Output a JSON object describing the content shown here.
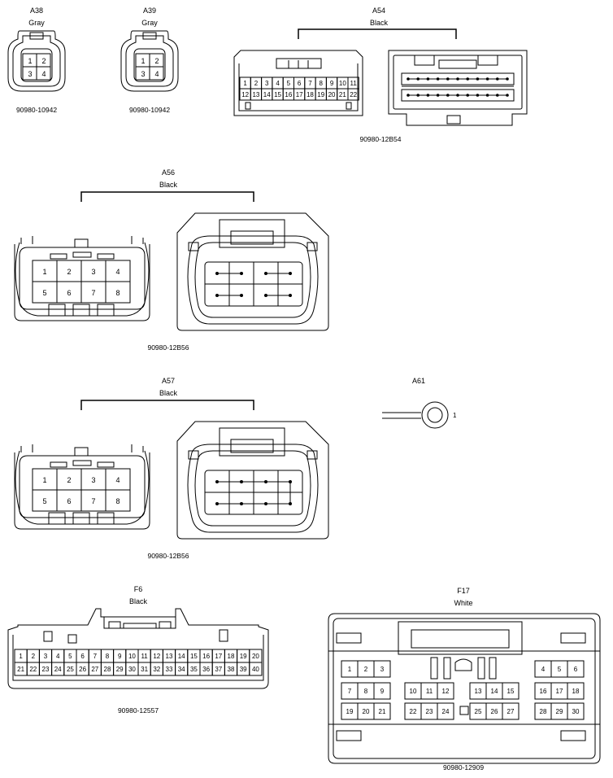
{
  "connectors": [
    {
      "id": "A38",
      "color": "Gray",
      "part": "90980-10942",
      "pins": [
        "1",
        "2",
        "3",
        "4"
      ]
    },
    {
      "id": "A39",
      "color": "Gray",
      "part": "90980-10942",
      "pins": [
        "1",
        "2",
        "3",
        "4"
      ]
    },
    {
      "id": "A54",
      "color": "Black",
      "part": "90980-12B54",
      "rows": [
        [
          "1",
          "2",
          "3",
          "4",
          "5",
          "6",
          "7",
          "8",
          "9",
          "10",
          "11"
        ],
        [
          "12",
          "13",
          "14",
          "15",
          "16",
          "17",
          "18",
          "19",
          "20",
          "21",
          "22"
        ]
      ]
    },
    {
      "id": "A56",
      "color": "Black",
      "part": "90980-12B56",
      "rows": [
        [
          "1",
          "2",
          "3",
          "4"
        ],
        [
          "5",
          "6",
          "7",
          "8"
        ]
      ]
    },
    {
      "id": "A57",
      "color": "Black",
      "part": "90980-12B56",
      "rows": [
        [
          "1",
          "2",
          "3",
          "4"
        ],
        [
          "5",
          "6",
          "7",
          "8"
        ]
      ]
    },
    {
      "id": "A61",
      "pins": [
        "1"
      ]
    },
    {
      "id": "F6",
      "color": "Black",
      "part": "90980-12557",
      "rows": [
        [
          "1",
          "2",
          "3",
          "4",
          "5",
          "6",
          "7",
          "8",
          "9",
          "10",
          "11",
          "12",
          "13",
          "14",
          "15",
          "16",
          "17",
          "18",
          "19",
          "20"
        ],
        [
          "21",
          "22",
          "23",
          "24",
          "25",
          "26",
          "27",
          "28",
          "29",
          "30",
          "31",
          "32",
          "33",
          "34",
          "35",
          "36",
          "37",
          "38",
          "39",
          "40"
        ]
      ]
    },
    {
      "id": "F17",
      "color": "White",
      "part": "90980-12909",
      "rows": [
        [
          [
            "1",
            "2",
            "3"
          ],
          [],
          [
            "4",
            "5",
            "6"
          ]
        ],
        [
          [
            "7",
            "8",
            "9"
          ],
          [
            "10",
            "11",
            "12"
          ],
          [
            "13",
            "14",
            "15"
          ],
          [
            "16",
            "17",
            "18"
          ]
        ],
        [
          [
            "19",
            "20",
            "21"
          ],
          [
            "22",
            "23",
            "24"
          ],
          [
            "25",
            "26",
            "27"
          ],
          [
            "28",
            "29",
            "30"
          ]
        ]
      ]
    }
  ]
}
